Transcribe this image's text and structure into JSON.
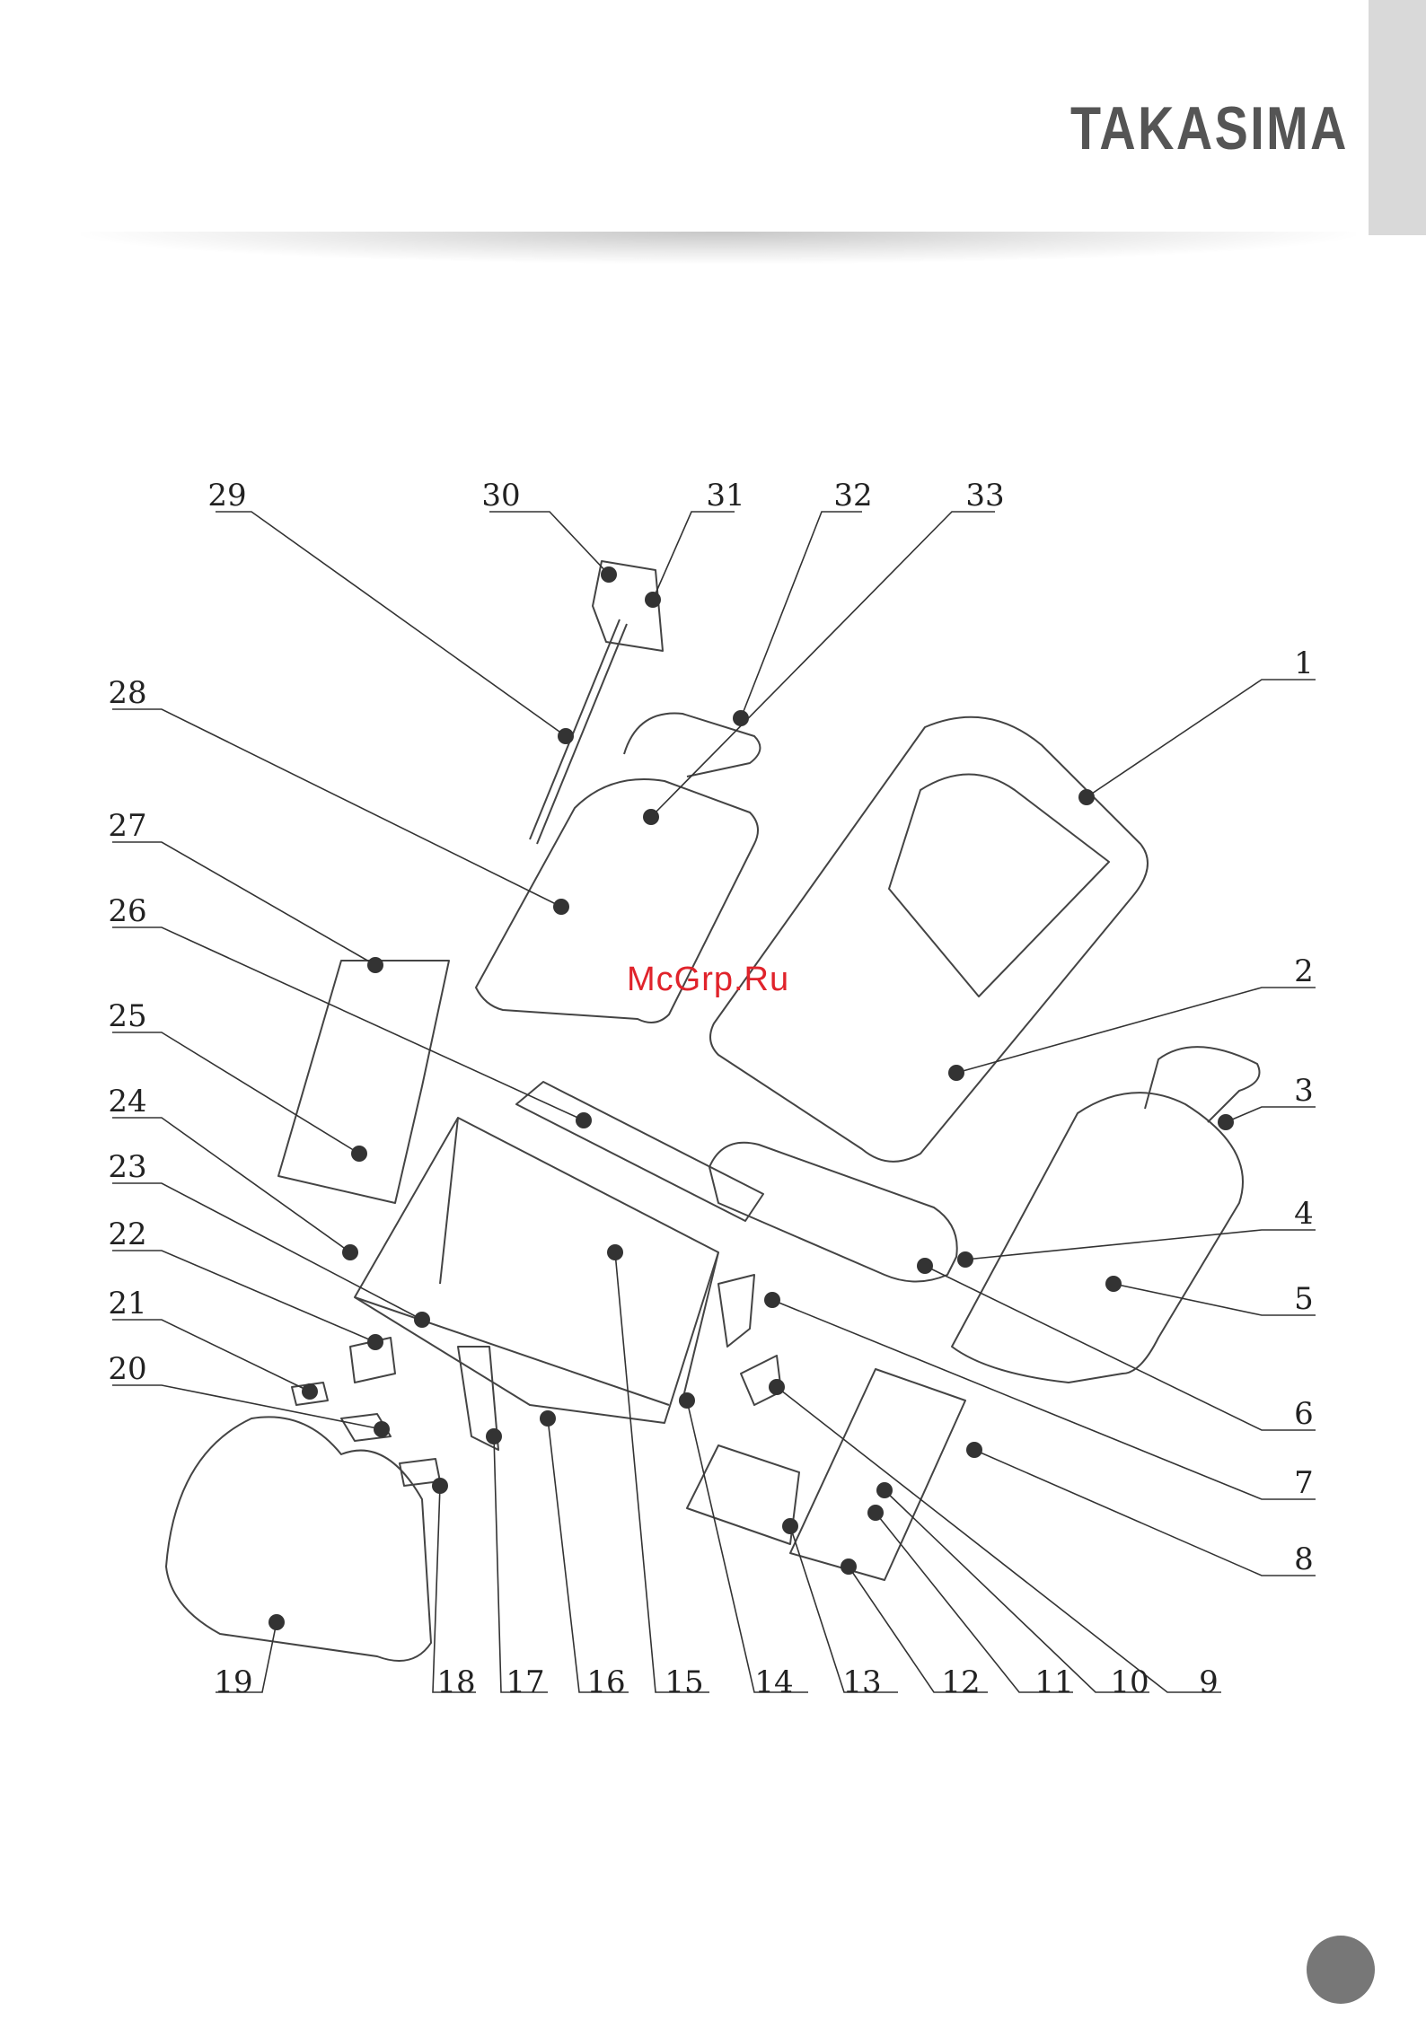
{
  "brand": {
    "logo_text": "TAKASIMA"
  },
  "watermark": {
    "text": "McGrp.Ru"
  },
  "callouts": [
    {
      "label": "1"
    },
    {
      "label": "2"
    },
    {
      "label": "3"
    },
    {
      "label": "4"
    },
    {
      "label": "5"
    },
    {
      "label": "6"
    },
    {
      "label": "7"
    },
    {
      "label": "8"
    },
    {
      "label": "9"
    },
    {
      "label": "10"
    },
    {
      "label": "11"
    },
    {
      "label": "12"
    },
    {
      "label": "13"
    },
    {
      "label": "14"
    },
    {
      "label": "15"
    },
    {
      "label": "16"
    },
    {
      "label": "17"
    },
    {
      "label": "18"
    },
    {
      "label": "19"
    },
    {
      "label": "20"
    },
    {
      "label": "21"
    },
    {
      "label": "22"
    },
    {
      "label": "23"
    },
    {
      "label": "24"
    },
    {
      "label": "25"
    },
    {
      "label": "26"
    },
    {
      "label": "27"
    },
    {
      "label": "28"
    },
    {
      "label": "29"
    },
    {
      "label": "30"
    },
    {
      "label": "31"
    },
    {
      "label": "32"
    },
    {
      "label": "33"
    }
  ],
  "colors": {
    "watermark": "#e0232b",
    "line": "#333333",
    "badge": "#777777"
  }
}
